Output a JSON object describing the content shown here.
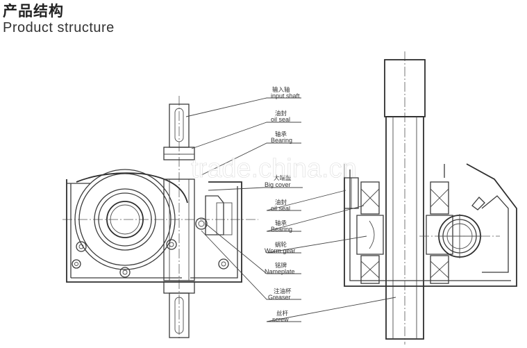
{
  "header": {
    "title_zh": "产品结构",
    "title_en": "Product structure"
  },
  "labels": [
    {
      "zh": "输入轴",
      "en": "input shaft"
    },
    {
      "zh": "油封",
      "en": "oil seal"
    },
    {
      "zh": "轴承",
      "en": "Bearing"
    },
    {
      "zh": "大端盖",
      "en": "Big cover"
    },
    {
      "zh": "油封",
      "en": "oil seal"
    },
    {
      "zh": "轴承",
      "en": "Bearing"
    },
    {
      "zh": "蜗轮",
      "en": "Worm gear"
    },
    {
      "zh": "铭牌",
      "en": "Nameplate"
    },
    {
      "zh": "注油杯",
      "en": "Greaser"
    },
    {
      "zh": "丝杆",
      "en": "screw"
    }
  ],
  "watermark": "trade.china.cn"
}
